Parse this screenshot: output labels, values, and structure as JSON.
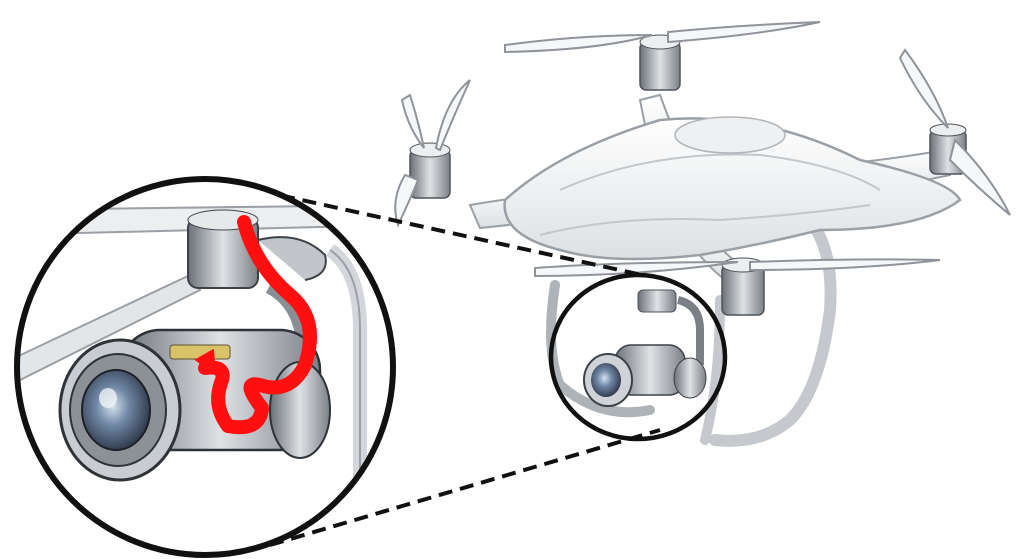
{
  "diagram": {
    "subject": "quadcopter-drone",
    "detail_focus": "camera-gimbal",
    "colors": {
      "background": "#ffffff",
      "drone_body": "#f4f5f6",
      "drone_outline": "#9aa0a6",
      "metal_dark": "#6b7077",
      "metal_light": "#c9ccd0",
      "callout_stroke": "#111111",
      "highlight_path": "#ff0f0f"
    },
    "icons": {
      "drone": "drone-illustration",
      "magnifier": "magnified-inset",
      "path": "red-cable-route"
    }
  }
}
